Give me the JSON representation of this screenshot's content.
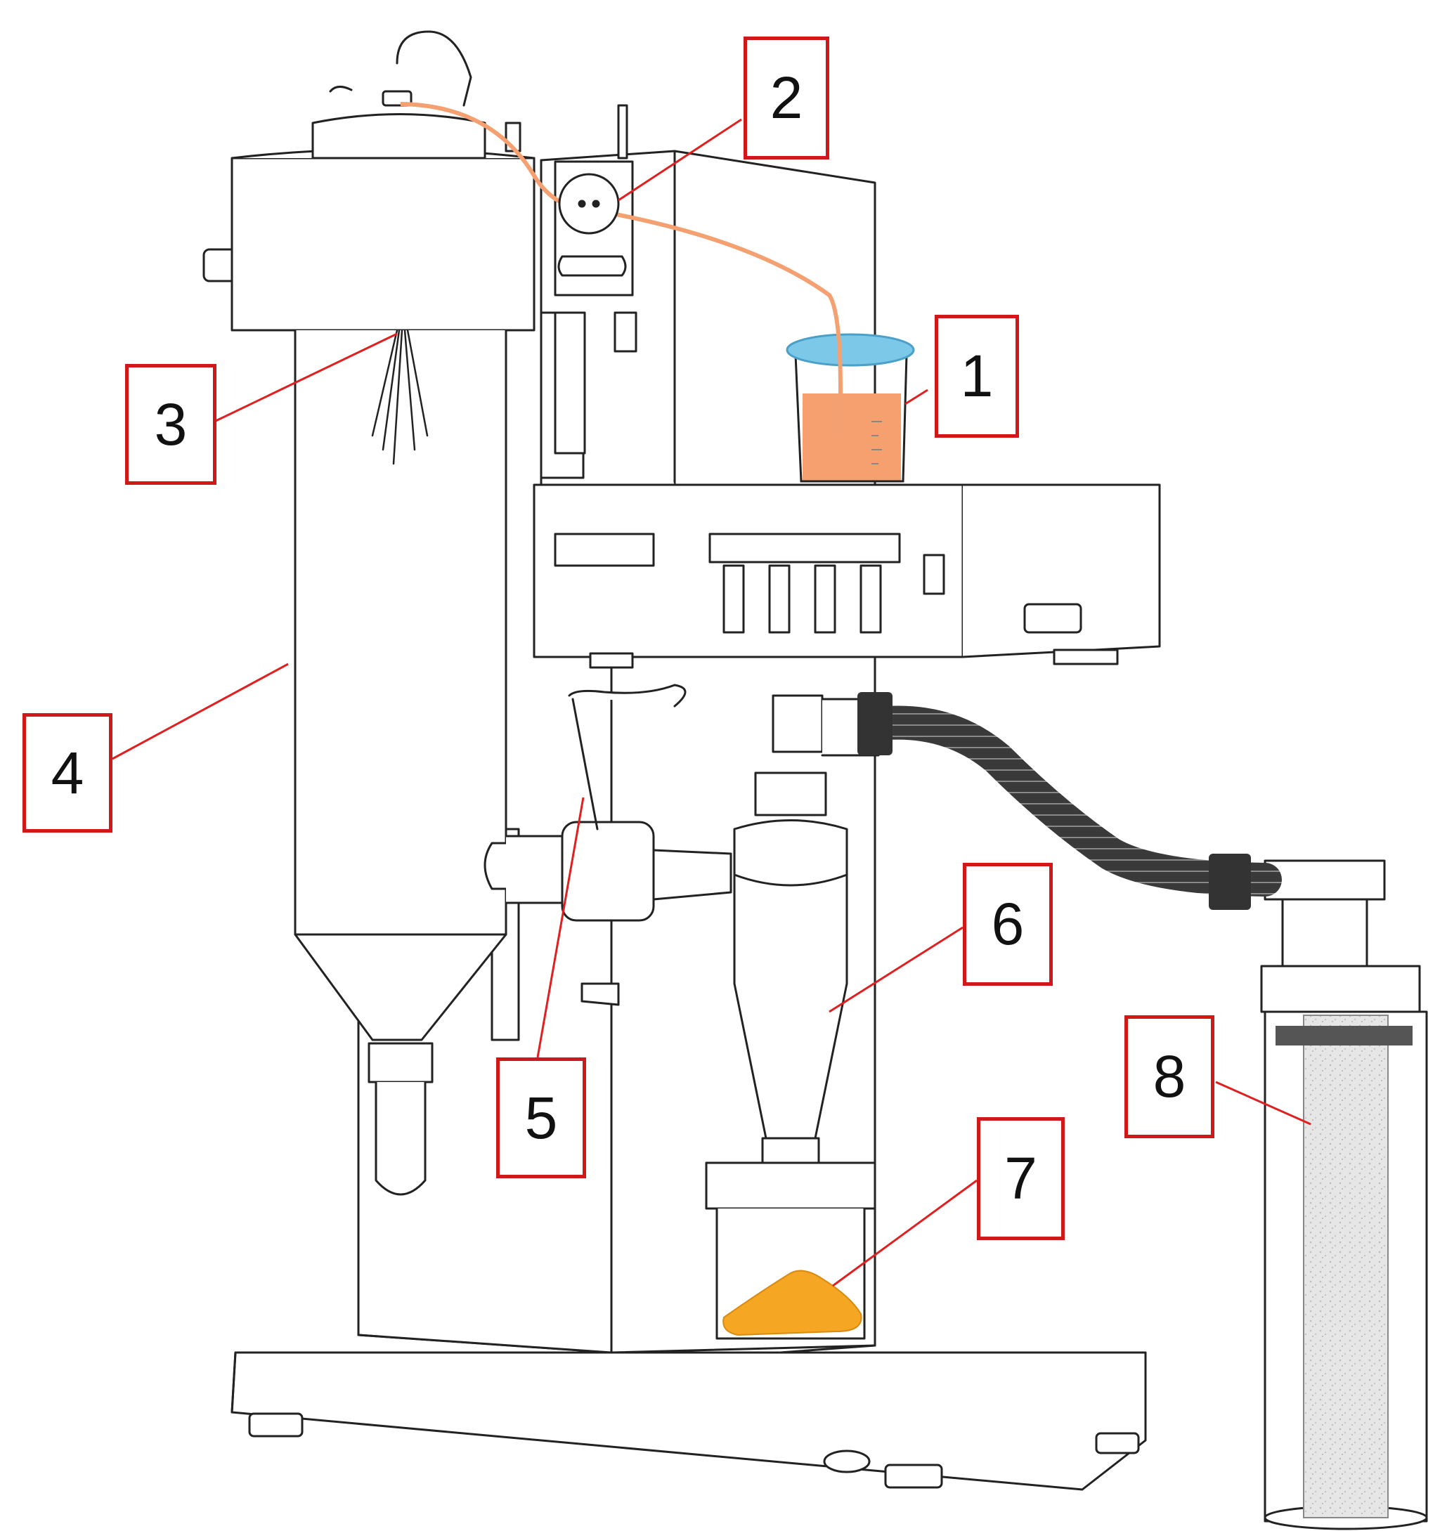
{
  "diagram": {
    "labels": [
      {
        "id": "1",
        "text": "1"
      },
      {
        "id": "2",
        "text": "2"
      },
      {
        "id": "3",
        "text": "3"
      },
      {
        "id": "4",
        "text": "4"
      },
      {
        "id": "5",
        "text": "5"
      },
      {
        "id": "6",
        "text": "6"
      },
      {
        "id": "7",
        "text": "7"
      },
      {
        "id": "8",
        "text": "8"
      }
    ],
    "label_border_color": "#d01818",
    "leader_line_color": "#e02020",
    "feed_tube_color": "#f4a070",
    "liquid_color": "#f6a070",
    "beaker_rim_color": "#7cc8e8",
    "powder_color": "#f5a623",
    "hose_color": "#2a2a2a"
  }
}
